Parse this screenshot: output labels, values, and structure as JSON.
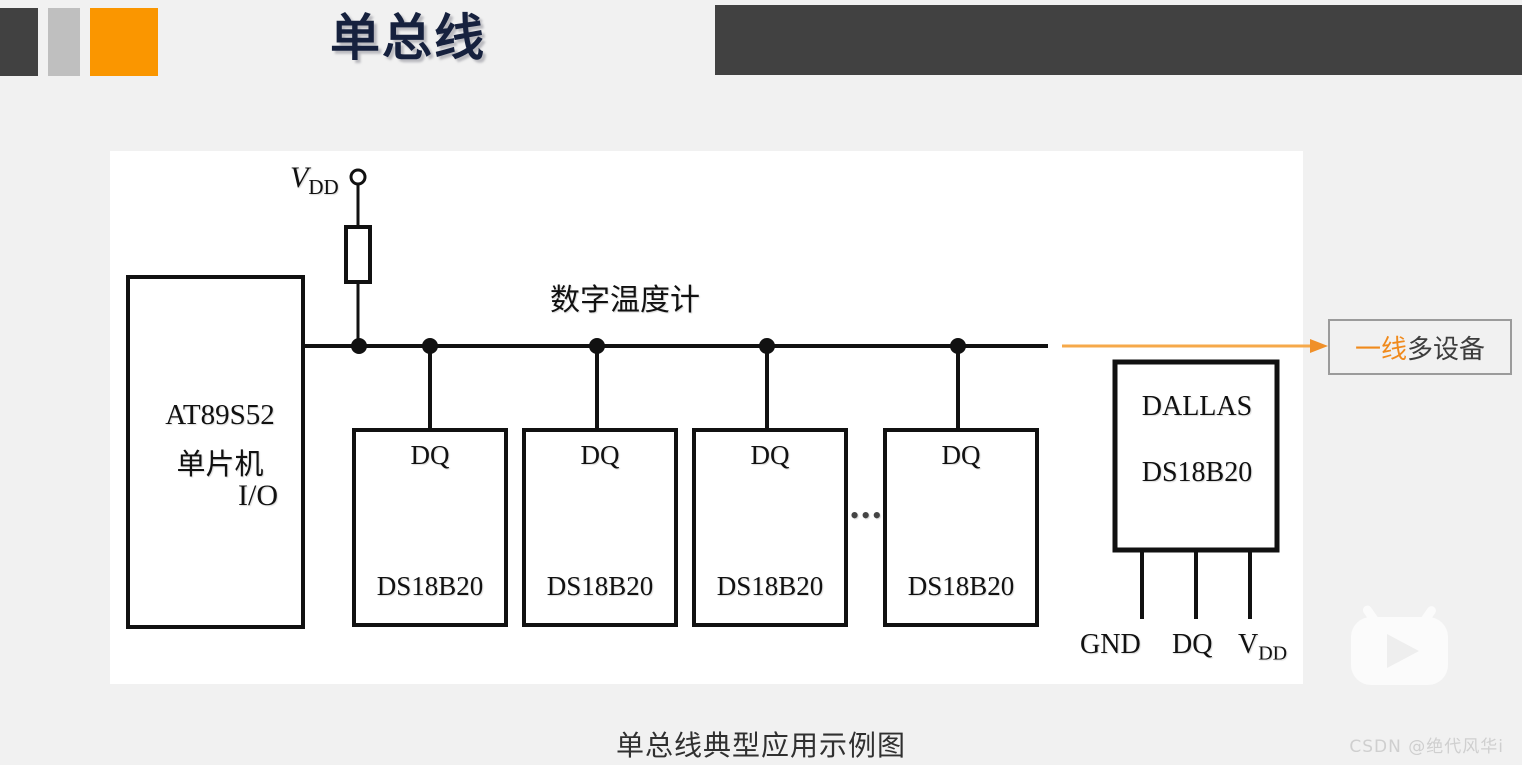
{
  "header": {
    "title": "单总线",
    "blocks": [
      {
        "name": "dark-block",
        "color": "#414141"
      },
      {
        "name": "gray-block",
        "color": "#bfbfbf"
      },
      {
        "name": "orange-block",
        "color": "#fa9600"
      }
    ],
    "right_bar_color": "#414141",
    "title_color": "#16213e"
  },
  "diagram": {
    "vdd_label": "V",
    "vdd_sub": "DD",
    "io_label": "I/O",
    "mcu": {
      "name": "AT89S52",
      "subtitle": "单片机"
    },
    "bus_title": "数字温度计",
    "sensors": [
      {
        "pin": "DQ",
        "part": "DS18B20"
      },
      {
        "pin": "DQ",
        "part": "DS18B20"
      },
      {
        "pin": "DQ",
        "part": "DS18B20"
      },
      {
        "pin": "DQ",
        "part": "DS18B20"
      }
    ],
    "ellipsis": "•••",
    "package": {
      "brand": "DALLAS",
      "part": "DS18B20",
      "pins": [
        "GND",
        "DQ",
        "V"
      ],
      "pin_vdd_sub": "DD"
    }
  },
  "callout": {
    "text_highlight": "一线",
    "text_rest": "多设备",
    "highlight_color": "#f08a1c",
    "rest_color": "#3d3d3d",
    "border_color": "#9b9b9b",
    "arrow_color": "#f6a94a"
  },
  "caption": "单总线典型应用示例图",
  "watermark": {
    "text": "CSDN @绝代风华i",
    "logo_name": "bilibili-tv-logo"
  }
}
